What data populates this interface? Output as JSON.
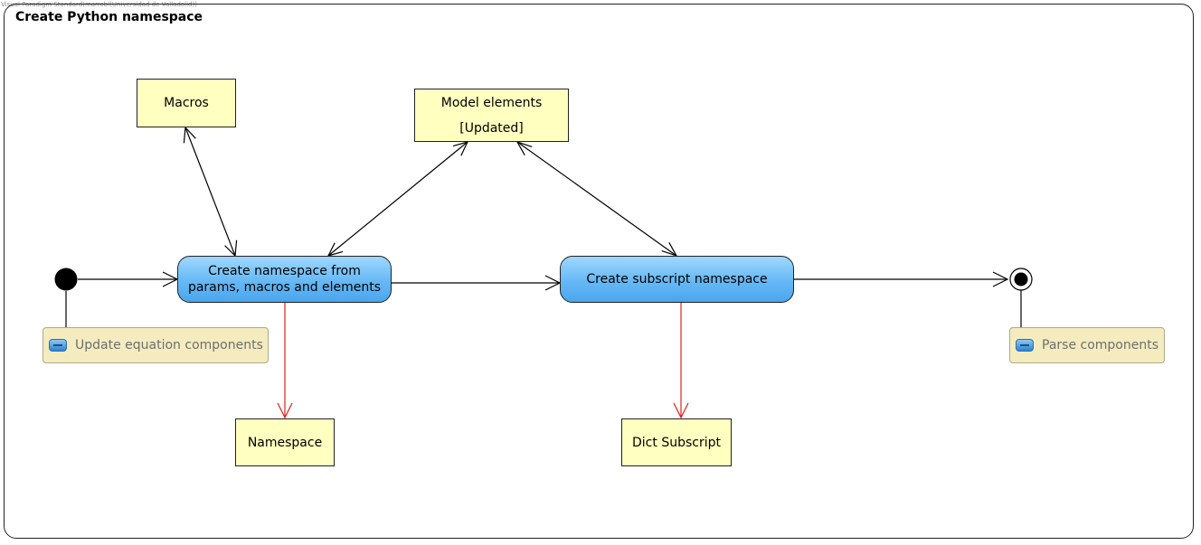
{
  "watermark": "Visual Paradigm Standard(marrobl(Universidad de Valladolid))",
  "diagram_title": "Create Python namespace",
  "objects": {
    "macros": "Macros",
    "model_elements": "Model elements",
    "model_elements_state": "[Updated]",
    "namespace": "Namespace",
    "dict_subscript": "Dict Subscript"
  },
  "actions": {
    "create_namespace_line1": "Create namespace from",
    "create_namespace_line2": "params, macros and elements",
    "create_subscript": "Create subscript namespace"
  },
  "notes": {
    "update_equation": "Update equation components",
    "parse_components": "Parse components"
  },
  "colors": {
    "object_fill": "#ffffc0",
    "action_fill": "#66b8f5",
    "object_flow": "#e0201c",
    "control_flow": "#000000",
    "note_fill": "#f4ecbf"
  },
  "icons": {
    "note_icon": "activity-reference-icon"
  }
}
